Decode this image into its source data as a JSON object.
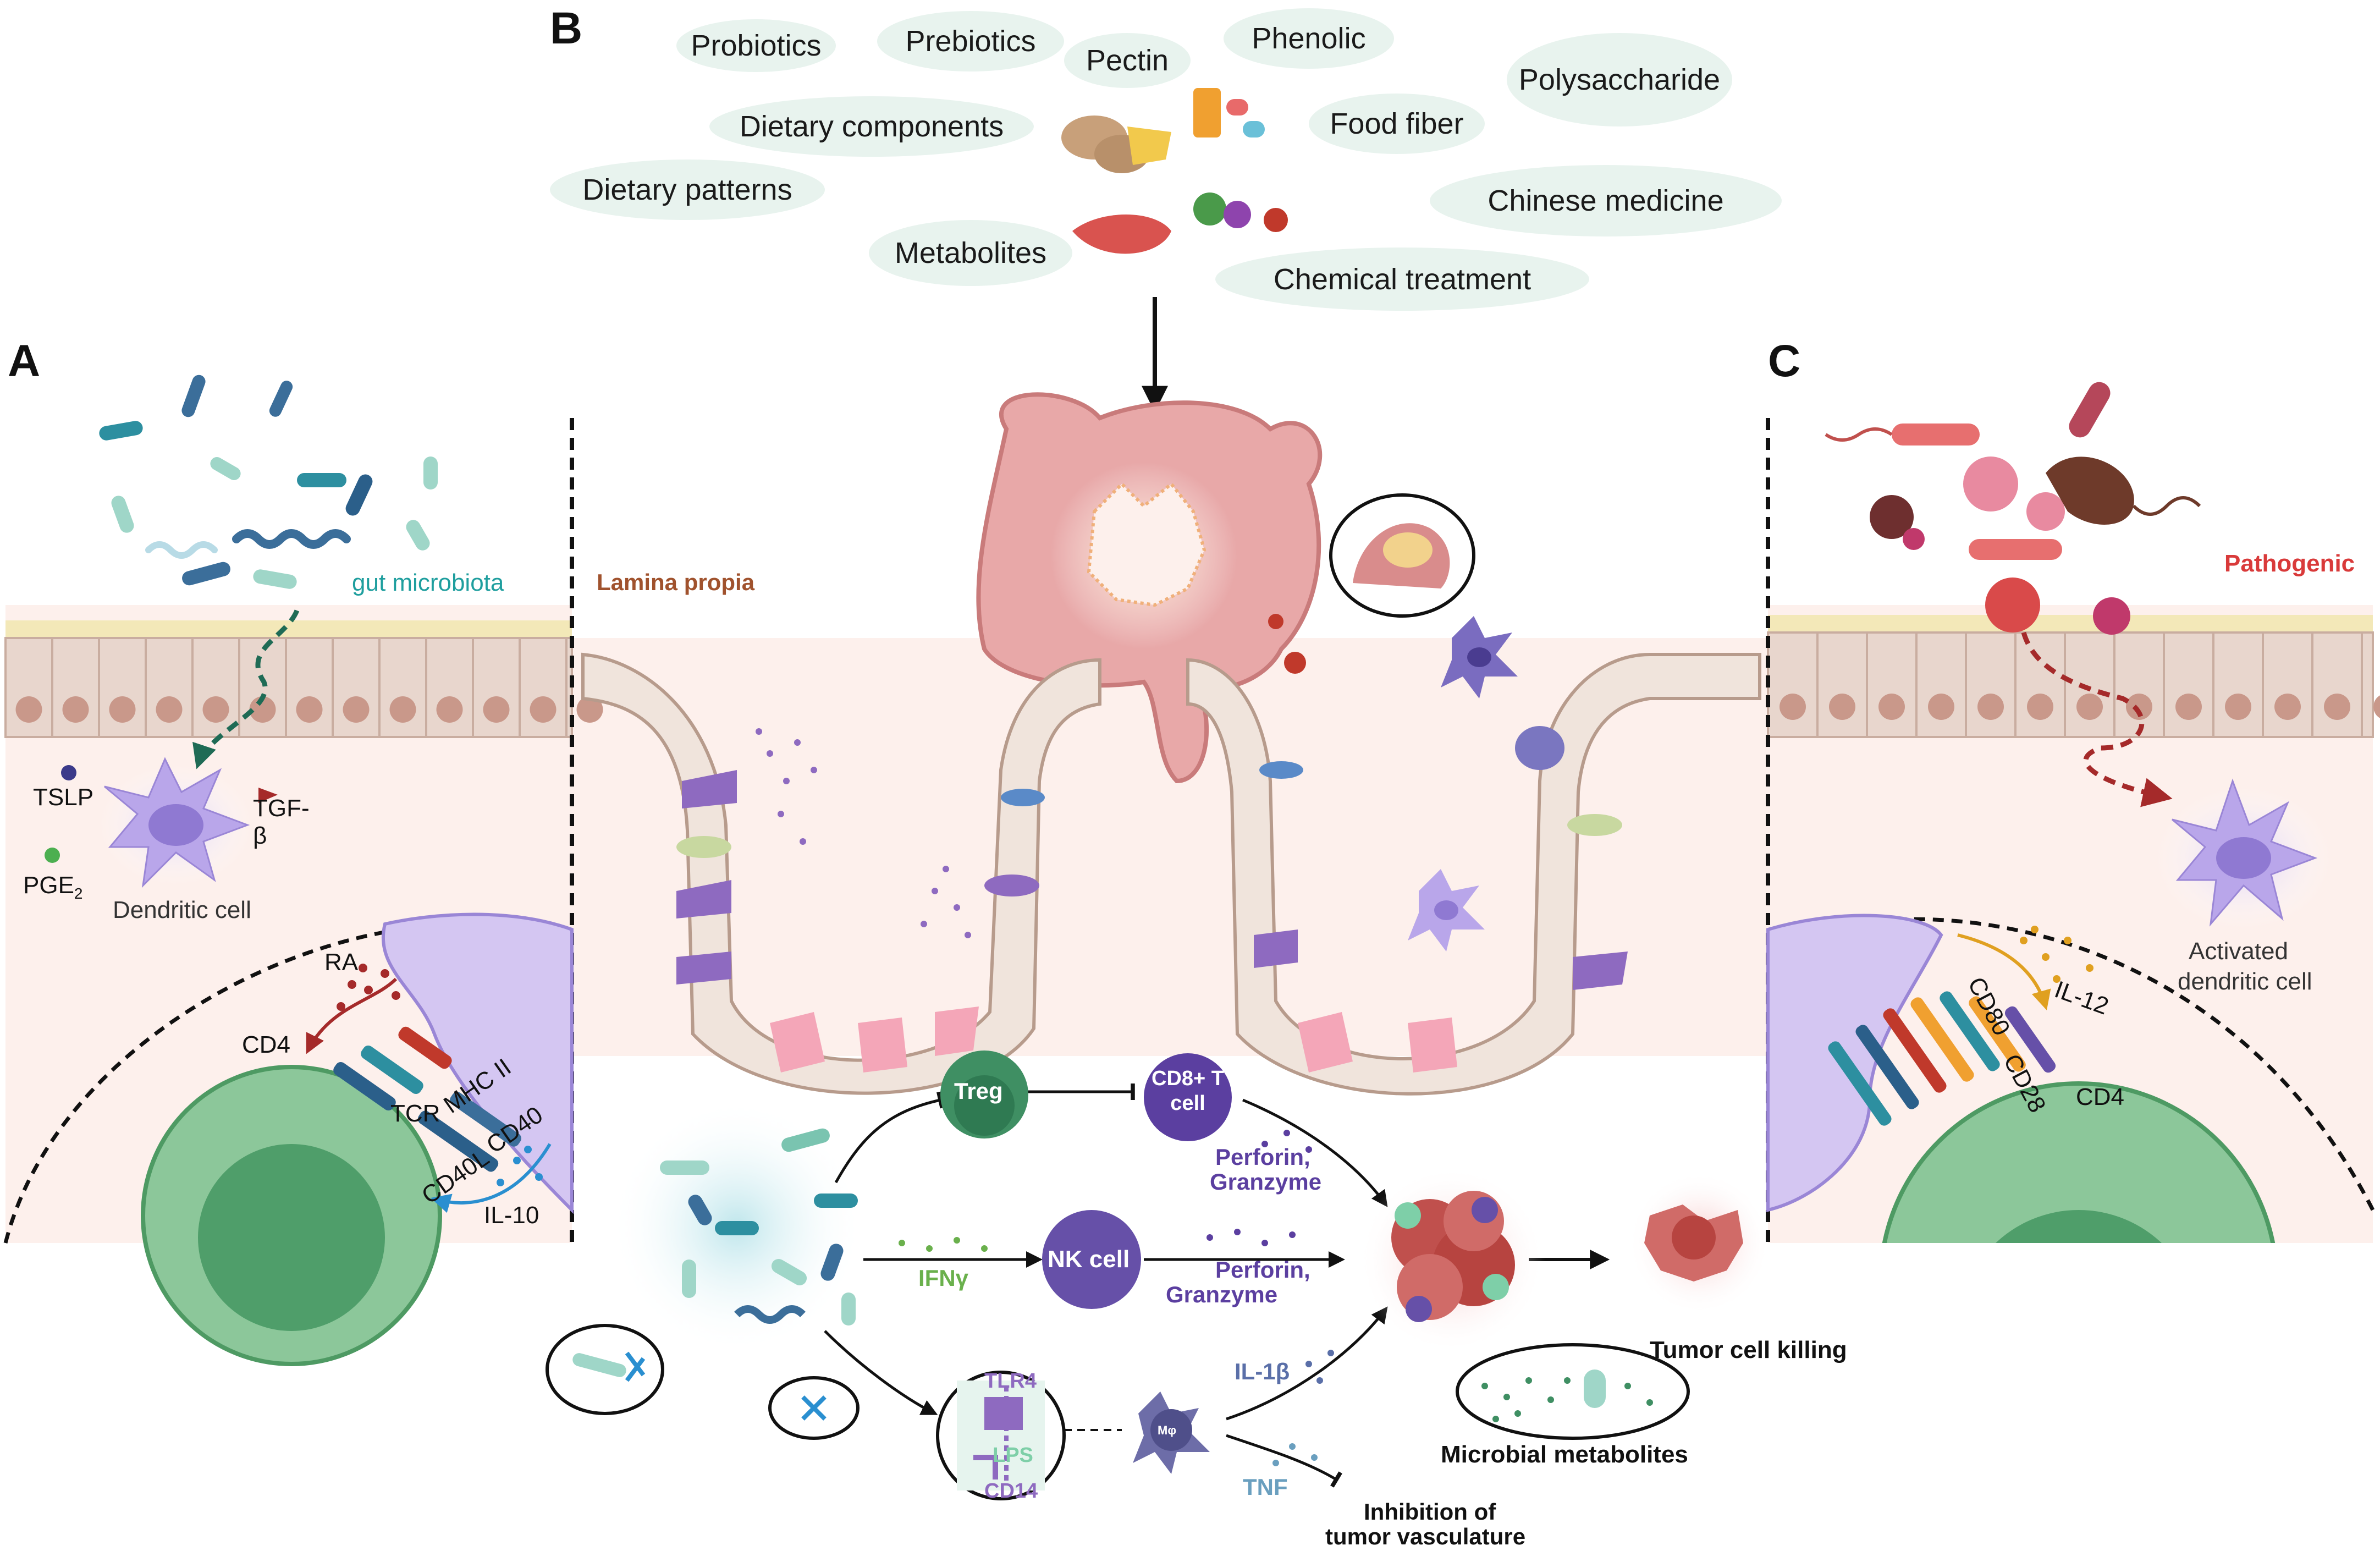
{
  "panels": {
    "a": "A",
    "b": "B",
    "c": "C"
  },
  "inputs": [
    "Probiotics",
    "Prebiotics",
    "Pectin",
    "Phenolic",
    "Polysaccharide",
    "Dietary components",
    "Food fiber",
    "Dietary patterns",
    "Chinese medicine",
    "Metabolites",
    "Chemical treatment"
  ],
  "panel_a": {
    "gut_microbiota": "gut microbiota",
    "tslp": "TSLP",
    "tgf": "TGF-",
    "beta": "β",
    "pge": "PGE",
    "pge_sub": "2",
    "dendritic_cell": "Dendritic cell",
    "ra": "RA",
    "cd4": "CD4",
    "mhc": "MHC II",
    "tcr": "TCR",
    "cd40": "CD40",
    "cd40l": "CD40L",
    "il10": "IL-10"
  },
  "center": {
    "lamina": "Lamina propia",
    "treg": "Treg",
    "cd8_line1": "CD8+ T",
    "cd8_line2": "cell",
    "perforin1": "Perforin,",
    "granzyme1": "Granzyme",
    "ifn": "IFNγ",
    "nk": "NK cell",
    "perforin2": "Perforin,",
    "granzyme2": "Granzyme",
    "il1b": "IL-1β",
    "tnf": "TNF",
    "tlr4": "TLR4",
    "lps": "LPS",
    "cd14": "CD14",
    "mphi": "Mφ",
    "tumor_killing": "Tumor cell killing",
    "microbial_metabolites": "Microbial metabolites",
    "inhibition1": "Inhibition of",
    "inhibition2": "tumor vasculature"
  },
  "panel_c": {
    "pathogenic": "Pathogenic",
    "activated1": "Activated",
    "activated2": "dendritic cell",
    "cd80": "CD80",
    "il12": "IL-12",
    "cd28": "CD28",
    "cd4": "CD4"
  },
  "colors": {
    "pill": "#e8f3ee",
    "tissue": "#fdf0ec",
    "epithelium": "#e8d6cd",
    "lamina_label": "#a0522d",
    "gut_microbiota_label": "#1e9e9e",
    "pathogenic_label": "#d93a3a",
    "treg": "#3f8f63",
    "cd8": "#5b3fa0",
    "nk": "#6650a8",
    "perforin": "#5b3fa0",
    "ifn": "#6ab04c",
    "il1b": "#5a6fa8",
    "tnf": "#6a9fbf",
    "tumor": "#c0504d",
    "tcell": "#8cc79a"
  }
}
